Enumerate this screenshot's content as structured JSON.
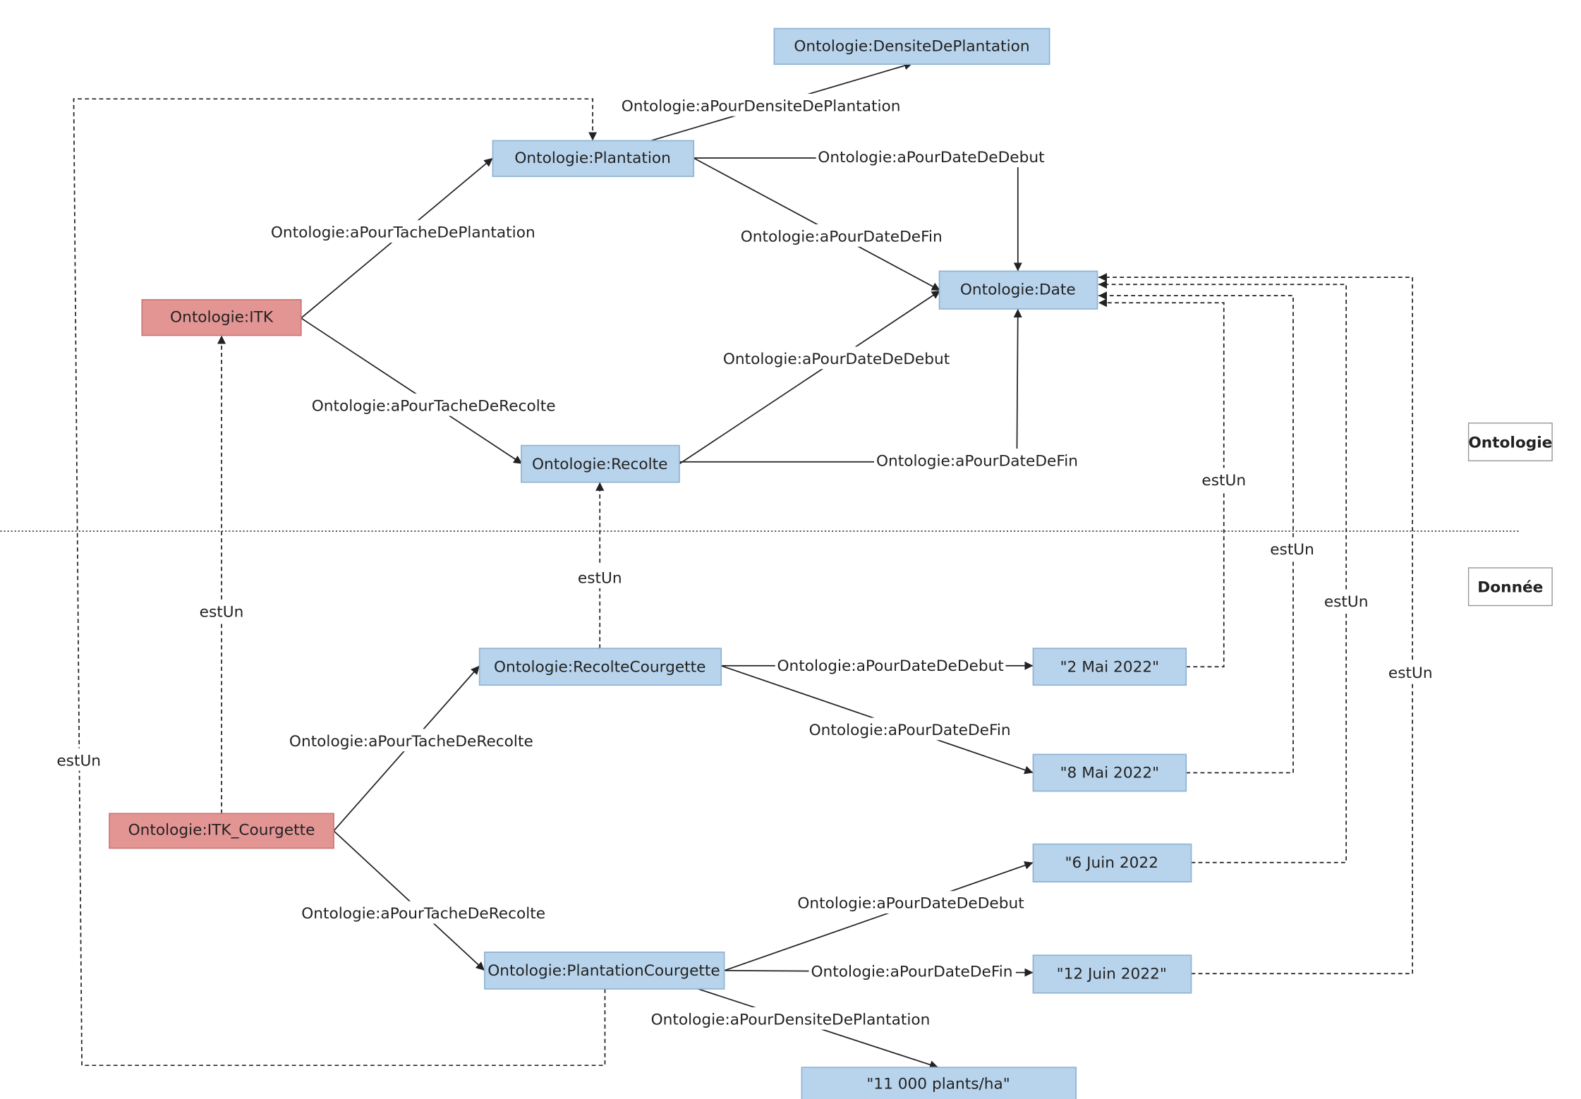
{
  "colors": {
    "class_fill": "#b8d4ec",
    "class_stroke": "#8fb4d4",
    "itk_fill": "#e39594",
    "itk_stroke": "#c87876",
    "edge": "#222222",
    "text": "#222222"
  },
  "layers": {
    "ontologie": "Ontologie",
    "donnee": "Donnée"
  },
  "nodes": {
    "densite": "Ontologie:DensiteDePlantation",
    "plantation": "Ontologie:Plantation",
    "itk": "Ontologie:ITK",
    "date": "Ontologie:Date",
    "recolte": "Ontologie:Recolte",
    "recolte_courgette": "Ontologie:RecolteCourgette",
    "itk_courgette": "Ontologie:ITK_Courgette",
    "plantation_courgette": "Ontologie:PlantationCourgette",
    "d_2mai": "\"2 Mai 2022\"",
    "d_8mai": "\"8 Mai 2022\"",
    "d_6juin": "\"6 Juin 2022",
    "d_12juin": "\"12 Juin 2022\"",
    "v_densite": "\"11 000 plants/ha\""
  },
  "edges": {
    "a_densite": "Ontologie:aPourDensiteDePlantation",
    "a_date_debut_plant": "Ontologie:aPourDateDeDebut",
    "a_date_fin_plant": "Ontologie:aPourDateDeFin",
    "a_tache_plant": "Ontologie:aPourTacheDePlantation",
    "a_tache_rec": "Ontologie:aPourTacheDeRecolte",
    "a_date_debut_rec": "Ontologie:aPourDateDeDebut",
    "a_date_fin_rec": "Ontologie:aPourDateDeFin",
    "estun_recolte": "estUn",
    "estun_itk": "estUn",
    "estun_left": "estUn",
    "a_tache_rec_c": "Ontologie:aPourTacheDeRecolte",
    "a_date_debut_rc": "Ontologie:aPourDateDeDebut",
    "a_date_fin_rc": "Ontologie:aPourDateDeFin",
    "a_tache_rec_c2": "Ontologie:aPourTacheDeRecolte",
    "a_date_debut_pc": "Ontologie:aPourDateDeDebut",
    "a_date_fin_pc": "Ontologie:aPourDateDeFin",
    "a_densite_pc": "Ontologie:aPourDensiteDePlantation",
    "estun_1": "estUn",
    "estun_2": "estUn",
    "estun_3": "estUn",
    "estun_4": "estUn"
  }
}
